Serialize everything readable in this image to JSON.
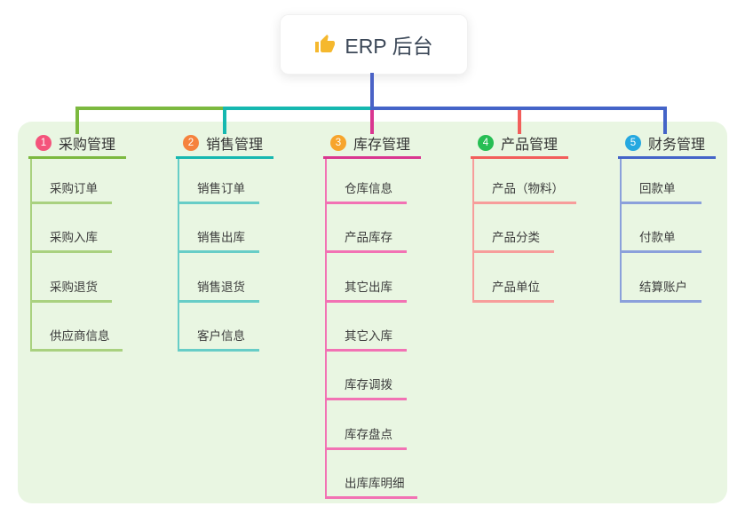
{
  "root": {
    "label": "ERP 后台",
    "icon": "thumbs-up-icon",
    "icon_color": "#f5b82e"
  },
  "panel_color": "#e9f6e2",
  "root_connector_color": "#4a62c6",
  "branches": [
    {
      "number": "1",
      "title": "采购管理",
      "badge_color": "#f4537b",
      "line_color": "#7cb93f",
      "light_color": "#a9d17f",
      "children": [
        "采购订单",
        "采购入库",
        "采购退货",
        "供应商信息"
      ]
    },
    {
      "number": "2",
      "title": "销售管理",
      "badge_color": "#f5823d",
      "line_color": "#16b8b0",
      "light_color": "#67cdc7",
      "children": [
        "销售订单",
        "销售出库",
        "销售退货",
        "客户信息"
      ]
    },
    {
      "number": "3",
      "title": "库存管理",
      "badge_color": "#f7a42c",
      "line_color": "#d93690",
      "light_color": "#f272b4",
      "children": [
        "仓库信息",
        "产品库存",
        "其它出库",
        "其它入库",
        "库存调拨",
        "库存盘点",
        "出库库明细"
      ]
    },
    {
      "number": "4",
      "title": "产品管理",
      "badge_color": "#27be54",
      "line_color": "#f25e5b",
      "light_color": "#f79d9b",
      "children": [
        "产品（物料）",
        "产品分类",
        "产品单位"
      ]
    },
    {
      "number": "5",
      "title": "财务管理",
      "badge_color": "#25a8e0",
      "line_color": "#4464c8",
      "light_color": "#8ba0db",
      "children": [
        "回款单",
        "付款单",
        "结算账户"
      ]
    }
  ]
}
